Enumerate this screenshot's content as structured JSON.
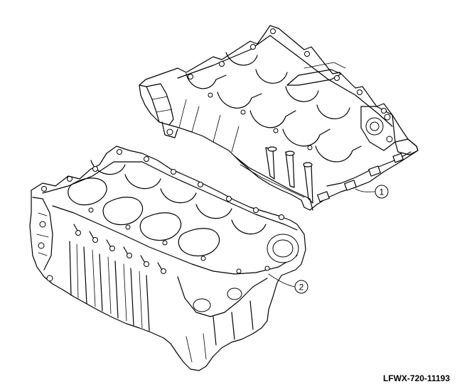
{
  "callouts": [
    {
      "label": "1"
    },
    {
      "label": "2"
    }
  ],
  "figure_code": "LFWX-720-11193"
}
